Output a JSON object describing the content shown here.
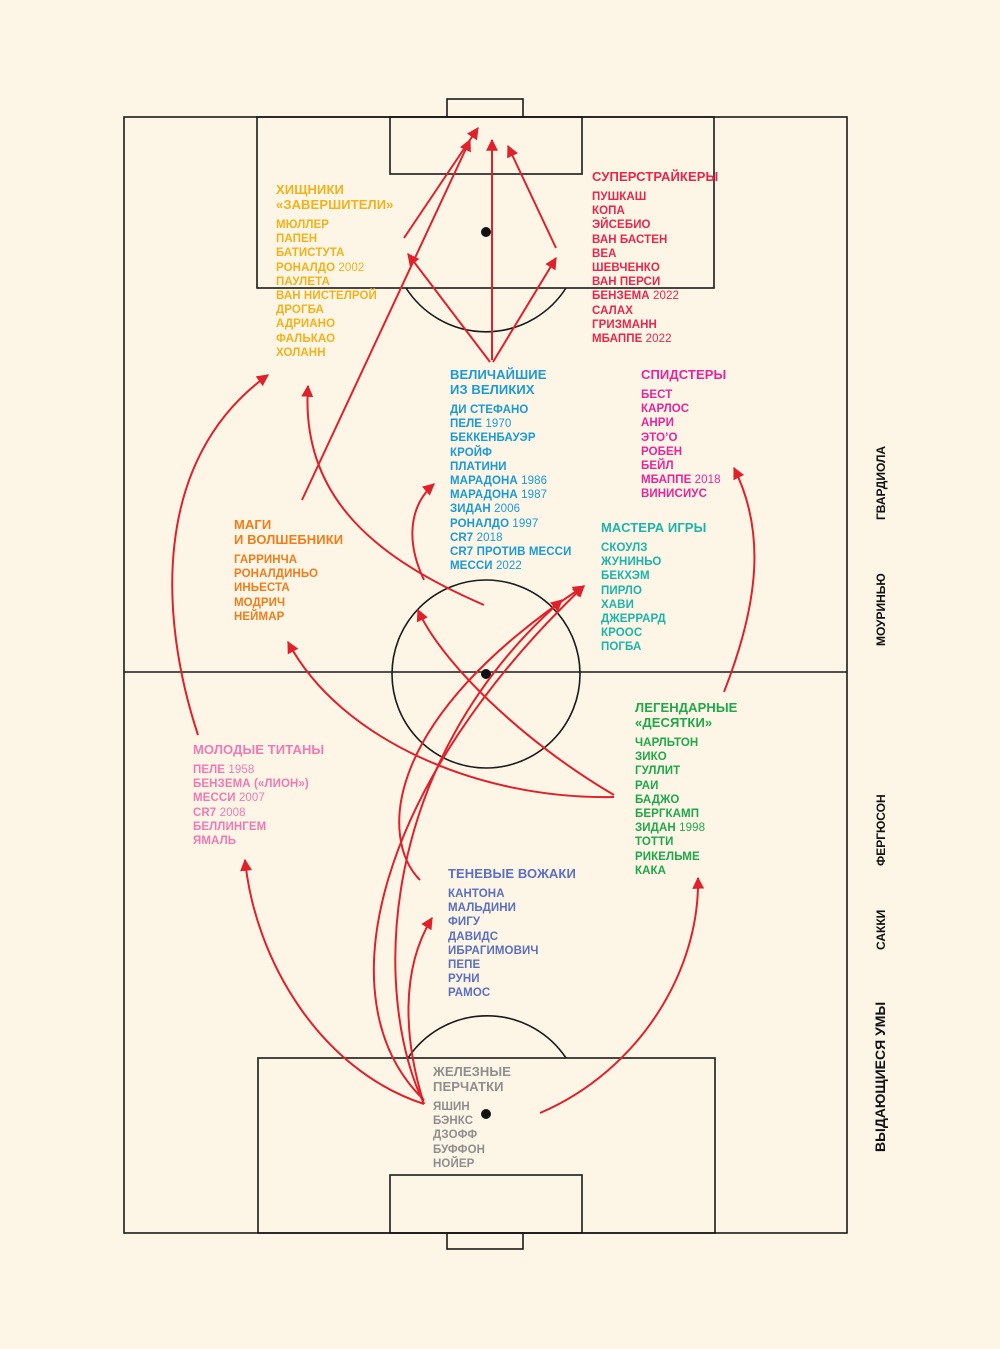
{
  "colors": {
    "background": "#fdf6e6",
    "lines": "#1a1a1a",
    "arrows": "#e0202a"
  },
  "groups": {
    "predators": {
      "title_lines": [
        "ХИЩНИКИ",
        "«ЗАВЕРШИТЕЛИ»"
      ],
      "color": "#f2b21b",
      "items": [
        {
          "name": "МЮЛЛЕР",
          "year": ""
        },
        {
          "name": "ПАПЕН",
          "year": ""
        },
        {
          "name": "БАТИСТУТА",
          "year": ""
        },
        {
          "name": "РОНАЛДО",
          "year": "2002"
        },
        {
          "name": "ПАУЛЕТА",
          "year": ""
        },
        {
          "name": "ВАН НИСТЕЛРОЙ",
          "year": ""
        },
        {
          "name": "ДРОГБА",
          "year": ""
        },
        {
          "name": "АДРИАНО",
          "year": ""
        },
        {
          "name": "ФАЛЬКАО",
          "year": ""
        },
        {
          "name": "ХОЛАНН",
          "year": ""
        }
      ]
    },
    "superstrikers": {
      "title_lines": [
        "СУПЕРСТРАЙКЕРЫ"
      ],
      "color": "#e8264c",
      "items": [
        {
          "name": "ПУШКАШ",
          "year": ""
        },
        {
          "name": "КОПА",
          "year": ""
        },
        {
          "name": "ЭЙСЕБИО",
          "year": ""
        },
        {
          "name": "ВАН БАСТЕН",
          "year": ""
        },
        {
          "name": "ВЕА",
          "year": ""
        },
        {
          "name": "ШЕВЧЕНКО",
          "year": ""
        },
        {
          "name": "ВАН ПЕРСИ",
          "year": ""
        },
        {
          "name": "БЕНЗЕМА",
          "year": "2022"
        },
        {
          "name": "САЛАХ",
          "year": ""
        },
        {
          "name": "ГРИЗМАНН",
          "year": ""
        },
        {
          "name": "МБАППЕ",
          "year": "2022"
        }
      ]
    },
    "greatest": {
      "title_lines": [
        "ВЕЛИЧАЙШИЕ",
        "ИЗ ВЕЛИКИХ"
      ],
      "color": "#1a9ad6",
      "items": [
        {
          "name": "ДИ СТЕФАНО",
          "year": ""
        },
        {
          "name": "ПЕЛЕ",
          "year": "1970"
        },
        {
          "name": "БЕККЕНБАУЭР",
          "year": ""
        },
        {
          "name": "КРОЙФ",
          "year": ""
        },
        {
          "name": "ПЛАТИНИ",
          "year": ""
        },
        {
          "name": "МАРАДОНА",
          "year": "1986"
        },
        {
          "name": "МАРАДОНА",
          "year": "1987"
        },
        {
          "name": "ЗИДАН",
          "year": "2006"
        },
        {
          "name": "РОНАЛДО",
          "year": "1997"
        },
        {
          "name": "CR7",
          "year": "2018"
        },
        {
          "name": "CR7 ПРОТИВ МЕССИ",
          "year": ""
        },
        {
          "name": "МЕССИ",
          "year": "2022"
        }
      ]
    },
    "speedsters": {
      "title_lines": [
        "СПИДСТЕРЫ"
      ],
      "color": "#e8249a",
      "items": [
        {
          "name": "БЕСТ",
          "year": ""
        },
        {
          "name": "КАРЛОС",
          "year": ""
        },
        {
          "name": "АНРИ",
          "year": ""
        },
        {
          "name": "ЭТО’О",
          "year": ""
        },
        {
          "name": "РОБЕН",
          "year": ""
        },
        {
          "name": "БЕЙЛ",
          "year": ""
        },
        {
          "name": "МБАППЕ",
          "year": "2018"
        },
        {
          "name": "ВИНИСИУС",
          "year": ""
        }
      ]
    },
    "magicians": {
      "title_lines": [
        "МАГИ",
        "И ВОЛШЕБНИКИ"
      ],
      "color": "#f07d1a",
      "items": [
        {
          "name": "ГАРРИНЧА",
          "year": ""
        },
        {
          "name": "РОНАЛДИНЬО",
          "year": ""
        },
        {
          "name": "ИНЬЕСТА",
          "year": ""
        },
        {
          "name": "МОДРИЧ",
          "year": ""
        },
        {
          "name": "НЕЙМАР",
          "year": ""
        }
      ]
    },
    "masters": {
      "title_lines": [
        "МАСТЕРА ИГРЫ"
      ],
      "color": "#1bb5aa",
      "items": [
        {
          "name": "СКОУЛЗ",
          "year": ""
        },
        {
          "name": "ЖУНИНЬО",
          "year": ""
        },
        {
          "name": "БЕКХЭМ",
          "year": ""
        },
        {
          "name": "ПИРЛО",
          "year": ""
        },
        {
          "name": "ХАВИ",
          "year": ""
        },
        {
          "name": "ДЖЕРРАРД",
          "year": ""
        },
        {
          "name": "КРООС",
          "year": ""
        },
        {
          "name": "ПОГБА",
          "year": ""
        }
      ]
    },
    "young_titans": {
      "title_lines": [
        "МОЛОДЫЕ ТИТАНЫ"
      ],
      "color": "#f07ab3",
      "items": [
        {
          "name": "ПЕЛЕ",
          "year": "1958"
        },
        {
          "name": "БЕНЗЕМА («ЛИОН»)",
          "year": ""
        },
        {
          "name": "МЕССИ",
          "year": "2007"
        },
        {
          "name": "CR7",
          "year": "2008"
        },
        {
          "name": "БЕЛЛИНГЕМ",
          "year": ""
        },
        {
          "name": "ЯМАЛЬ",
          "year": ""
        }
      ]
    },
    "legendary_tens": {
      "title_lines": [
        "ЛЕГЕНДАРНЫЕ",
        "«ДЕСЯТКИ»"
      ],
      "color": "#1ea84a",
      "items": [
        {
          "name": "ЧАРЛЬТОН",
          "year": ""
        },
        {
          "name": "ЗИКО",
          "year": ""
        },
        {
          "name": "ГУЛЛИТ",
          "year": ""
        },
        {
          "name": "РАИ",
          "year": ""
        },
        {
          "name": "БАДЖО",
          "year": ""
        },
        {
          "name": "БЕРГКАМП",
          "year": ""
        },
        {
          "name": "ЗИДАН",
          "year": "1998"
        },
        {
          "name": "ТОТТИ",
          "year": ""
        },
        {
          "name": "РИКЕЛЬМЕ",
          "year": ""
        },
        {
          "name": "КАКА",
          "year": ""
        }
      ]
    },
    "shadow_leaders": {
      "title_lines": [
        "ТЕНЕВЫЕ ВОЖАКИ"
      ],
      "color": "#5b6fc2",
      "items": [
        {
          "name": "КАНТОНА",
          "year": ""
        },
        {
          "name": "МАЛЬДИНИ",
          "year": ""
        },
        {
          "name": "ФИГУ",
          "year": ""
        },
        {
          "name": "ДАВИДС",
          "year": ""
        },
        {
          "name": "ИБРАГИМОВИЧ",
          "year": ""
        },
        {
          "name": "ПЕПЕ",
          "year": ""
        },
        {
          "name": "РУНИ",
          "year": ""
        },
        {
          "name": "РАМОС",
          "year": ""
        }
      ]
    },
    "iron_gloves": {
      "title_lines": [
        "ЖЕЛЕЗНЫЕ",
        "ПЕРЧАТКИ"
      ],
      "color": "#8e8e8e",
      "items": [
        {
          "name": "ЯШИН",
          "year": ""
        },
        {
          "name": "БЭНКС",
          "year": ""
        },
        {
          "name": "ДЗОФФ",
          "year": ""
        },
        {
          "name": "БУФФОН",
          "year": ""
        },
        {
          "name": "НОЙЕР",
          "year": ""
        }
      ]
    }
  },
  "sidebar": {
    "title": "ВЫДАЮЩИЕСЯ УМЫ",
    "names": [
      "САККИ",
      "ФЕРГЮСОН",
      "МОУРИНЬЮ",
      "ГВАРДИОЛА"
    ]
  }
}
